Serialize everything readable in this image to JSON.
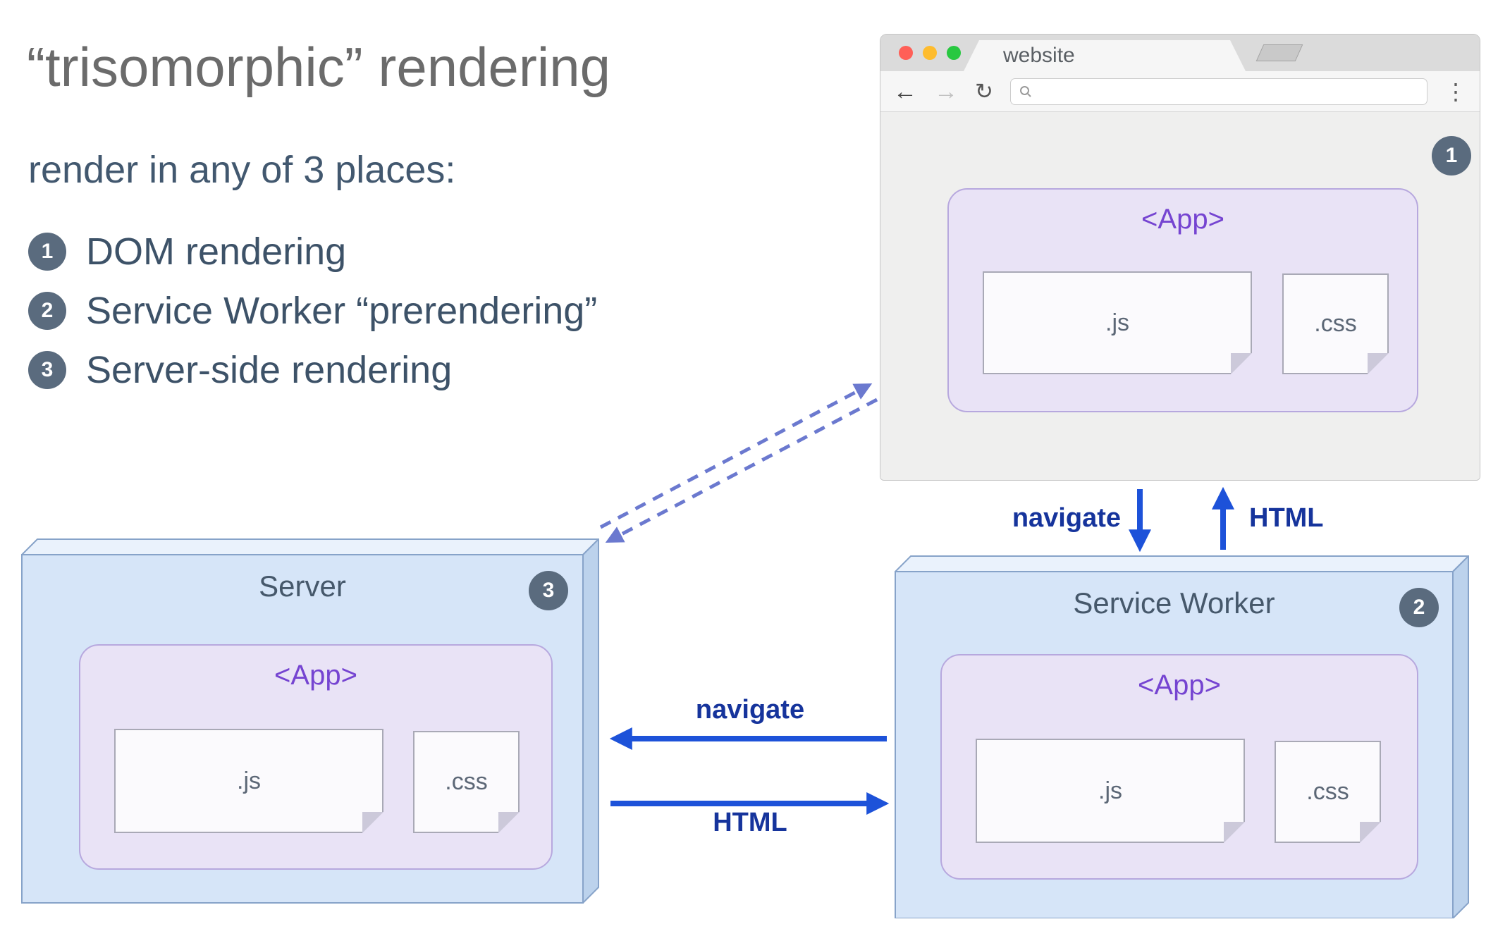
{
  "title": "“trisomorphic” rendering",
  "subtitle": "render in any of 3 places:",
  "legend": {
    "items": [
      {
        "num": "1",
        "label": "DOM rendering"
      },
      {
        "num": "2",
        "label": "Service Worker “prerendering”"
      },
      {
        "num": "3",
        "label": "Server-side rendering"
      }
    ]
  },
  "browser": {
    "tab_title": "website",
    "url_value": "",
    "badge": "1",
    "icons": {
      "back": "←",
      "forward": "→",
      "reload": "↻",
      "menu": "⋮"
    },
    "app": {
      "label": "<App>",
      "js": ".js",
      "css": ".css"
    }
  },
  "server": {
    "title": "Server",
    "badge": "3",
    "app": {
      "label": "<App>",
      "js": ".js",
      "css": ".css"
    }
  },
  "service_worker": {
    "title": "Service Worker",
    "badge": "2",
    "app": {
      "label": "<App>",
      "js": ".js",
      "css": ".css"
    }
  },
  "arrows": {
    "navigate_vertical": "navigate",
    "html_vertical": "HTML",
    "navigate_horizontal": "navigate",
    "html_horizontal": "HTML"
  },
  "colors": {
    "arrow_blue": "#1d52d9",
    "dashed_blue": "#6b79cf",
    "label_blue": "#16349c",
    "app_purple_bg": "#e9e3f6",
    "app_purple_text": "#7544d1",
    "badge_slate": "#5a6b7e",
    "box_front_blue": "#d6e5f8",
    "box_top_blue": "#eaf2fc",
    "box_side_blue": "#bcd2ec",
    "title_gray": "#6b6b6b",
    "body_slate": "#3d5268"
  }
}
